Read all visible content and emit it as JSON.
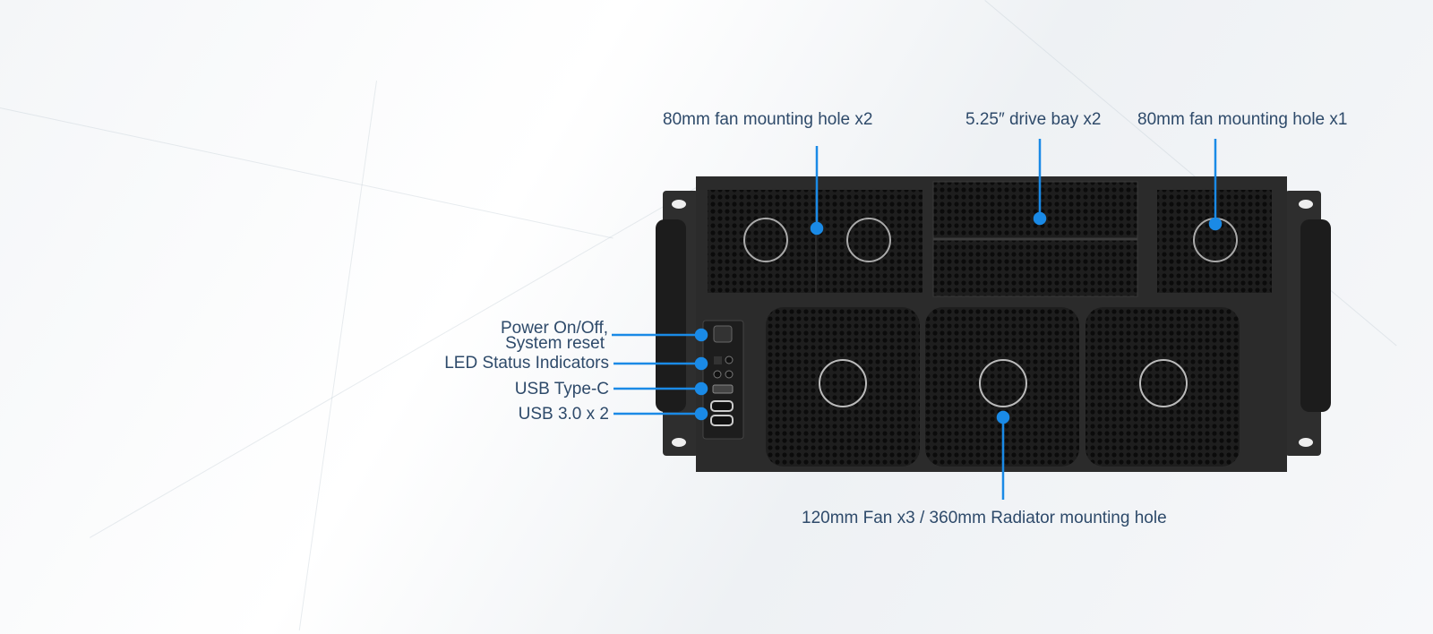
{
  "labels": {
    "fan80_left": "80mm fan mounting hole x2",
    "drive_bay": "5.25″ drive bay x2",
    "fan80_right": "80mm fan mounting hole x1",
    "power_line1": "Power On/Off,",
    "power_line2": "System reset",
    "led": "LED Status Indicators",
    "usb_c": "USB Type-C",
    "usb3": "USB 3.0  x 2",
    "fan120": "120mm Fan x3 / 360mm Radiator mounting hole"
  },
  "colors": {
    "callout": "#1a8ae6",
    "label": "#2e4a6a",
    "chassis": "#2b2b2b"
  }
}
